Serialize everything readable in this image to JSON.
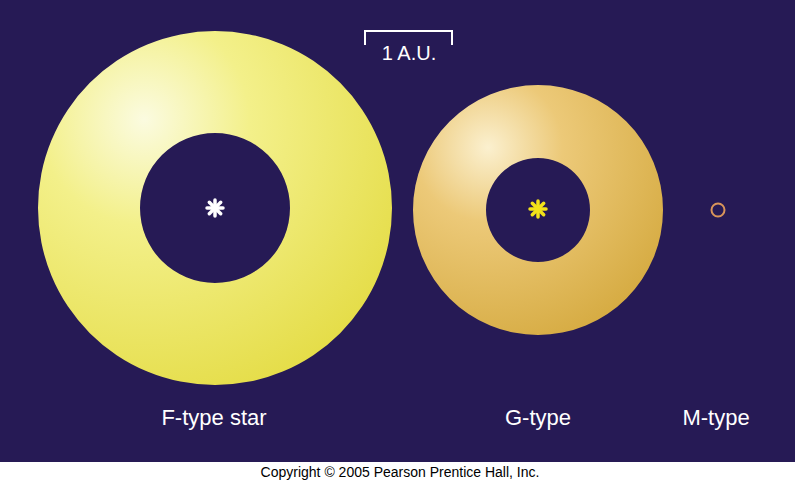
{
  "diagram": {
    "labels": [
      "1 A.U.",
      "F-type star",
      "G-type",
      "M-type",
      "Copyright © 2005 Pearson Prentice Hall, Inc."
    ]
  }
}
